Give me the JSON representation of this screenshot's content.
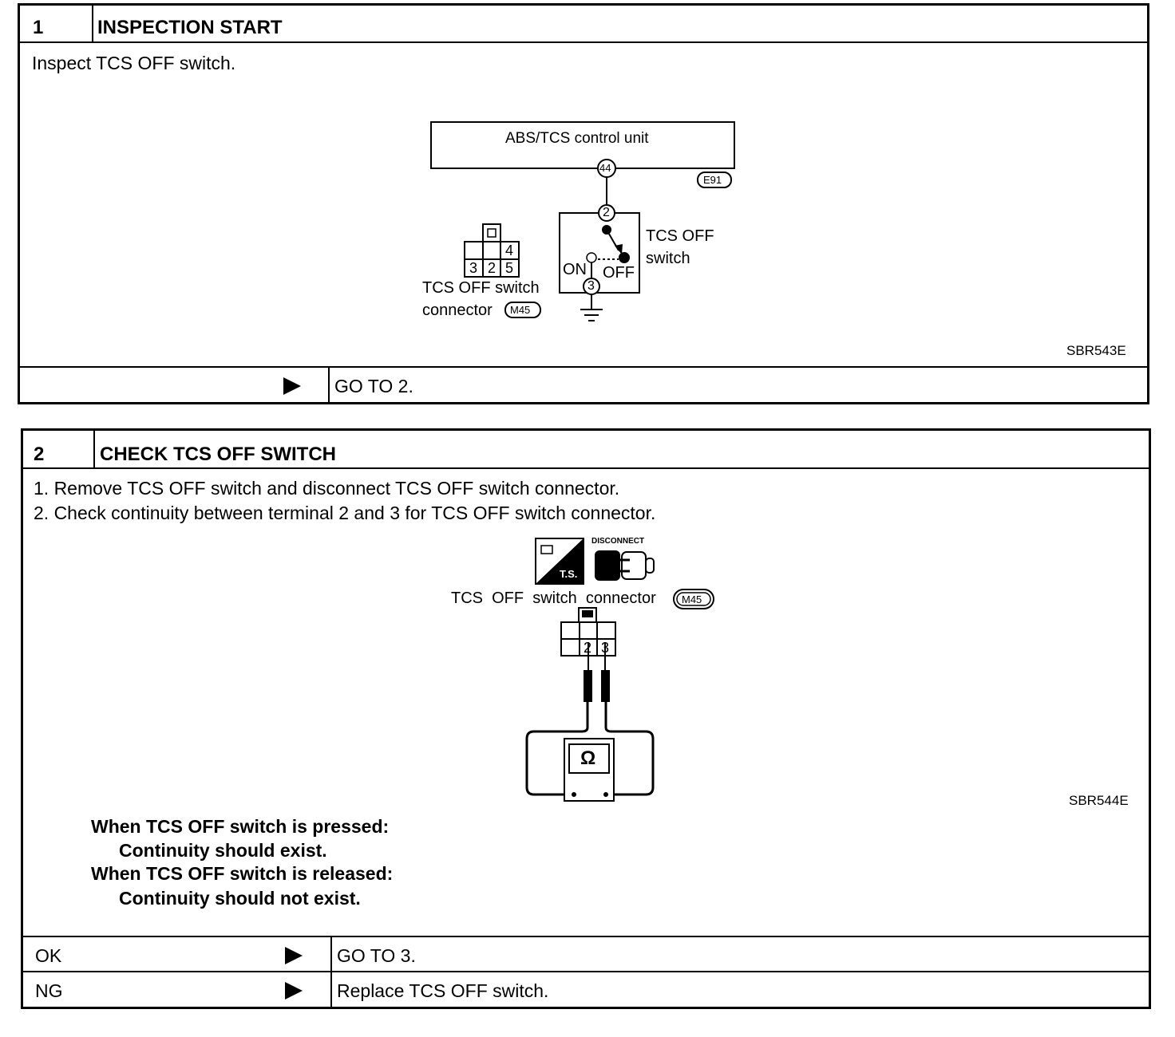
{
  "steps": [
    {
      "number": "1",
      "title": "INSPECTION START",
      "body": [
        "Inspect TCS OFF switch."
      ],
      "figure": {
        "unit_label": "ABS/TCS control unit",
        "unit_terminal": "44",
        "unit_connector": "E91",
        "switch_terminals": [
          "2",
          "3"
        ],
        "switch_label_line1": "TCS OFF",
        "switch_label_line2": "switch",
        "on_label": "ON",
        "off_label": "OFF",
        "connector_cells": [
          "4",
          "3",
          "2",
          "5"
        ],
        "connector_label_line1": "TCS OFF switch",
        "connector_label_line2": "connector",
        "connector_id": "M45",
        "figure_code": "SBR543E"
      },
      "results": [
        {
          "label": "",
          "action": "GO TO 2."
        }
      ]
    },
    {
      "number": "2",
      "title": "CHECK TCS OFF SWITCH",
      "body": [
        "1.  Remove TCS OFF switch and disconnect TCS OFF switch connector.",
        "2.  Check continuity between terminal 2 and 3 for TCS OFF switch connector."
      ],
      "figure": {
        "ts_label": "T.S.",
        "disconnect_label": "DISCONNECT",
        "connector_label": "TCS  OFF  switch  connector",
        "connector_id": "M45",
        "cells": [
          "2",
          "3"
        ],
        "meter_symbol": "Ω",
        "figure_code": "SBR544E"
      },
      "spec": [
        "When TCS OFF switch is pressed:",
        "Continuity should exist.",
        "When TCS OFF switch is released:",
        "Continuity should not exist."
      ],
      "results": [
        {
          "label": "OK",
          "action": "GO TO 3."
        },
        {
          "label": "NG",
          "action": "Replace TCS OFF switch."
        }
      ]
    }
  ],
  "icons": [
    "right-triangle-arrow-icon",
    "ground-symbol-icon",
    "ohmmeter-icon",
    "tester-icon",
    "disconnect-icon"
  ]
}
